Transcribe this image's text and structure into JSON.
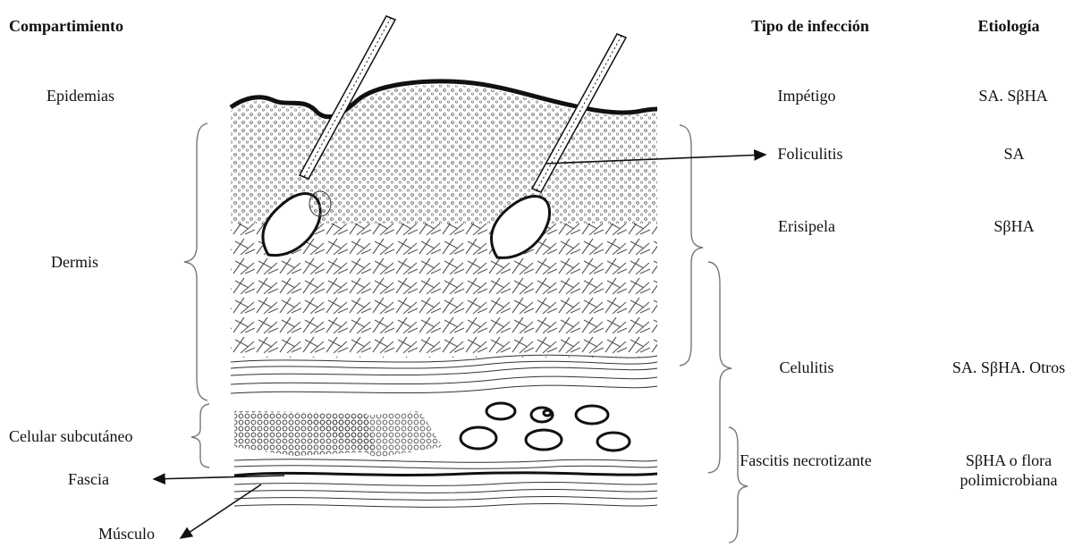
{
  "headers": {
    "compartment": "Compartimiento",
    "infection_type": "Tipo de infección",
    "etiology": "Etiología"
  },
  "compartments": {
    "epidermis": "Epidemias",
    "dermis": "Dermis",
    "subcutaneous": "Celular subcutáneo",
    "fascia": "Fascia",
    "muscle": "Músculo"
  },
  "infections": [
    {
      "type": "Impétigo",
      "etiology": "SA. SβHA"
    },
    {
      "type": "Foliculitis",
      "etiology": "SA"
    },
    {
      "type": "Erisipela",
      "etiology": "SβHA"
    },
    {
      "type": "Celulitis",
      "etiology": "SA. SβHA. Otros"
    },
    {
      "type": "Fascitis necrotizante",
      "etiology": "SβHA o flora polimicrobiana"
    }
  ]
}
